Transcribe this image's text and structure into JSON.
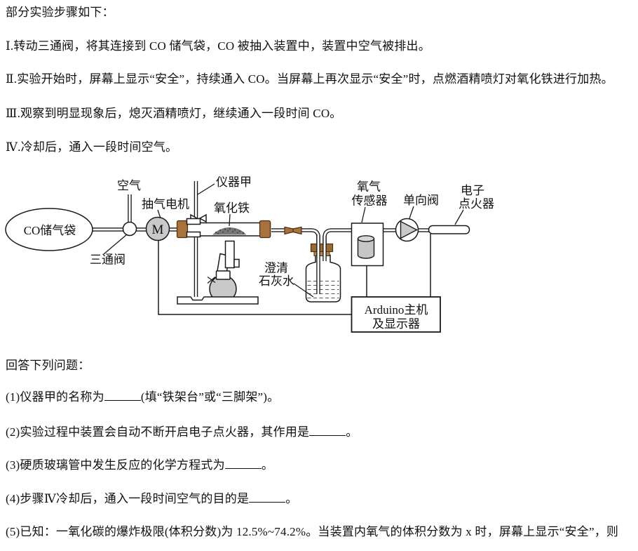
{
  "intro": "部分实验步骤如下：",
  "steps": [
    "Ⅰ.转动三通阀，将其连接到 CO 储气袋，CO 被抽入装置中，装置中空气被排出。",
    "Ⅱ.实验开始时，屏幕上显示“安全”，持续通入 CO。当屏幕上再次显示“安全”时，点燃酒精喷灯对氧化铁进行加热。",
    "Ⅲ.观察到明显现象后，熄灭酒精喷灯，继续通入一段时间 CO。",
    "Ⅳ.冷却后，通入一段时间空气。"
  ],
  "diagram": {
    "labels": {
      "air": "空气",
      "instrument_a": "仪器甲",
      "pump_motor": "抽气电机",
      "iron_oxide": "氧化铁",
      "co_bag": "CO储气袋",
      "three_way_valve": "三通阀",
      "motor_m": "M",
      "limewater_line1": "澄清",
      "limewater_line2": "石灰水",
      "oxygen_sensor_line1": "氧气",
      "oxygen_sensor_line2": "传感器",
      "one_way_valve": "单向阀",
      "igniter_line1": "电子",
      "igniter_line2": "点火器",
      "arduino_line1": "Arduino主机",
      "arduino_line2": "及显示器"
    }
  },
  "answer_prompt": "回答下列问题：",
  "questions": {
    "q1": {
      "pre": "(1)仪器甲的名称为",
      "post": "(填“铁架台”或“三脚架”)。"
    },
    "q2": {
      "pre": "(2)实验过程中装置会自动不断开启电子点火器，其作用是",
      "post": "。"
    },
    "q3": {
      "pre": "(3)硬质玻璃管中发生反应的化学方程式为",
      "post": "。"
    },
    "q4": {
      "pre": "(4)步骤Ⅳ冷却后，通入一段时间空气的目的是",
      "post": "。"
    },
    "q5": {
      "pre": "(5)已知：一氧化碳的爆炸极限(体积分数)为 12.5%~74.2%。当装置内氧气的体积分数为 x 时，屏幕上显示“安全”，则",
      "post": ""
    }
  },
  "colors": {
    "stopper_brown": "#a9713b",
    "fill_gray": "#c9c9c9",
    "ink": "#1a1a1a"
  }
}
